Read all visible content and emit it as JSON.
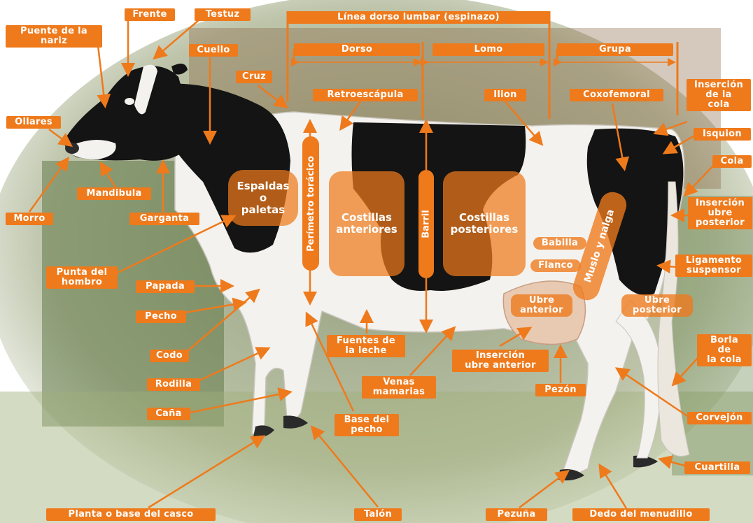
{
  "colors": {
    "accent": "#ee7a1c",
    "cow_black": "#141414",
    "cow_white": "#f6f4f0"
  },
  "labels": {
    "frente": "Frente",
    "testuz": "Testuz",
    "puente_nariz": "Puente de la\nnariz",
    "cuello": "Cuello",
    "cruz": "Cruz",
    "ollares": "Ollares",
    "mandibula": "Mandibula",
    "morro": "Morro",
    "garganta": "Garganta",
    "punta_hombro": "Punta del\nhombro",
    "papada": "Papada",
    "pecho": "Pecho",
    "codo": "Codo",
    "rodilla": "Rodilla",
    "cana": "Caña",
    "planta": "Planta o base del casco",
    "talon": "Talón",
    "base_pecho": "Base del\npecho",
    "fuentes_leche": "Fuentes de\nla leche",
    "venas_mamarias": "Venas\nmamarias",
    "insercion_ubre_anterior": "Inserción\nubre anterior",
    "pezon": "Pezón",
    "pezuna": "Pezuña",
    "dedo_menudillo": "Dedo del menudillo",
    "cuartilla": "Cuartilla",
    "corvejon": "Corvejón",
    "borla_cola": "Borla\nde\nla cola",
    "ligamento": "Ligamento\nsuspensor",
    "insercion_ubre_posterior": "Inserción\nubre\nposterior",
    "cola": "Cola",
    "isquion": "Isquion",
    "insercion_cola": "Inserción\nde la\ncola",
    "coxofemoral": "Coxofemoral",
    "ilion": "Ilion",
    "retroescapula": "Retroescápula",
    "linea_dorso": "Línea dorso lumbar (espinazo)",
    "dorso": "Dorso",
    "lomo": "Lomo",
    "grupa": "Grupa",
    "babilla": "Babilla",
    "flanco": "Flanco",
    "ubre_anterior": "Ubre\nanterior",
    "ubre_posterior": "Ubre\nposterior"
  },
  "regions": {
    "espaldas": "Espaldas\no\npaletas",
    "costillas_anteriores": "Costillas\nanteriores",
    "costillas_posteriores": "Costillas\nposteriores",
    "perimetro": "Perímetro torácico",
    "barril": "Barril",
    "muslo": "Muslo y nalga"
  }
}
